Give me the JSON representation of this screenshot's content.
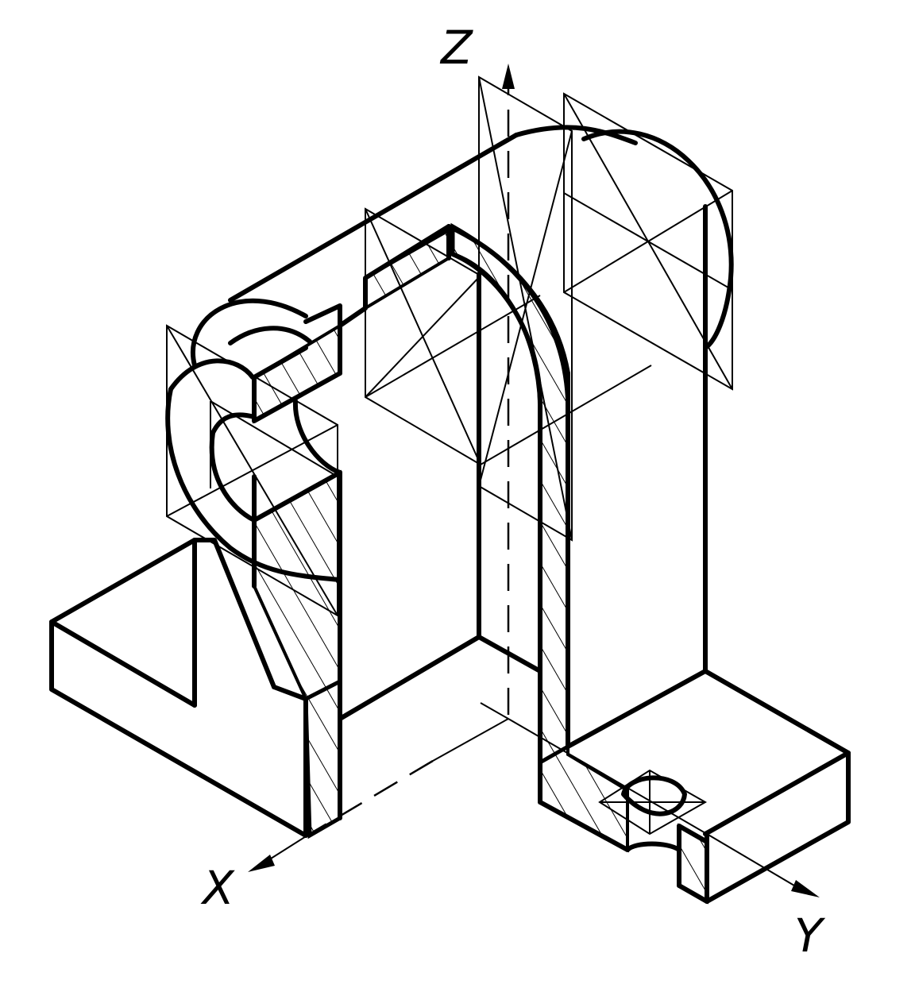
{
  "diagram": {
    "axes": {
      "x_label": "X",
      "y_label": "Y",
      "z_label": "Z"
    },
    "line_color": "#000000",
    "background_color": "#ffffff"
  }
}
